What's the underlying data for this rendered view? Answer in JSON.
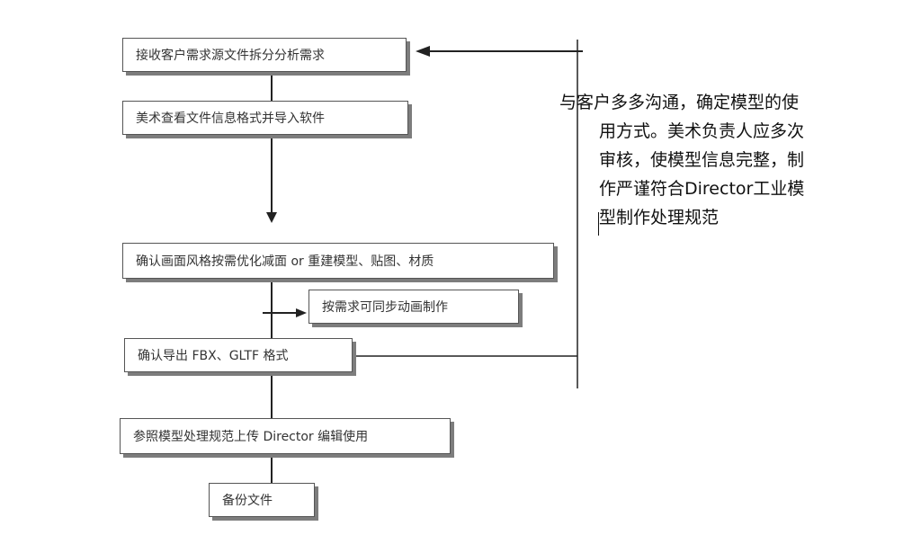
{
  "flowchart": {
    "steps": [
      "接收客户需求源文件拆分分析需求",
      "美术查看文件信息格式并导入软件",
      "确认画面风格按需优化减面 or 重建模型、贴图、材质",
      "按需求可同步动画制作",
      "确认导出 FBX、GLTF 格式",
      "参照模型处理规范上传 Director 编辑使用",
      "备份文件"
    ]
  },
  "note": {
    "lines": [
      "与客户多多沟通，确定模型的使",
      "用方式。美术负责人应多次",
      "审核，使模型信息完整，制",
      "作严谨符合Director工业模",
      "型制作处理规范"
    ]
  }
}
